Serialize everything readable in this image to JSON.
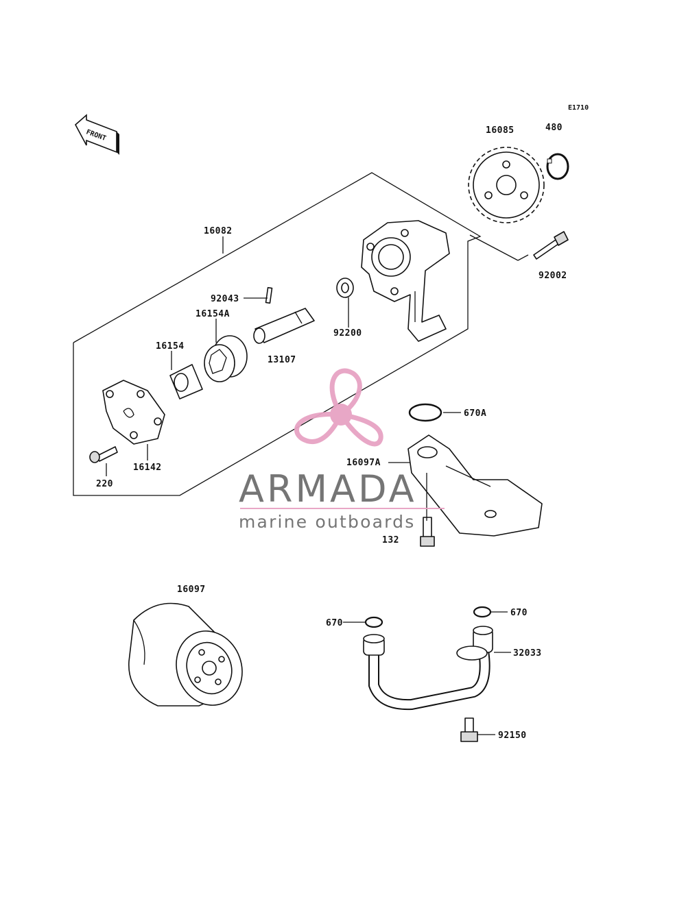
{
  "diagram_code": "E1710",
  "front_label": "FRONT",
  "watermark": {
    "brand": "ARMADA",
    "tagline": "marine outboards",
    "accent_color": "#e7a3c4",
    "text_color": "#6e6e6e"
  },
  "parts": {
    "p16082": "16082",
    "p16085": "16085",
    "p480": "480",
    "p92002": "92002",
    "p92043": "92043",
    "p16154A": "16154A",
    "p16154": "16154",
    "p13107": "13107",
    "p92200": "92200",
    "p16142": "16142",
    "p220": "220",
    "p670A": "670A",
    "p16097A": "16097A",
    "p132": "132",
    "p16097": "16097",
    "p670_left": "670",
    "p670_right": "670",
    "p32033": "32033",
    "p92150": "92150"
  }
}
